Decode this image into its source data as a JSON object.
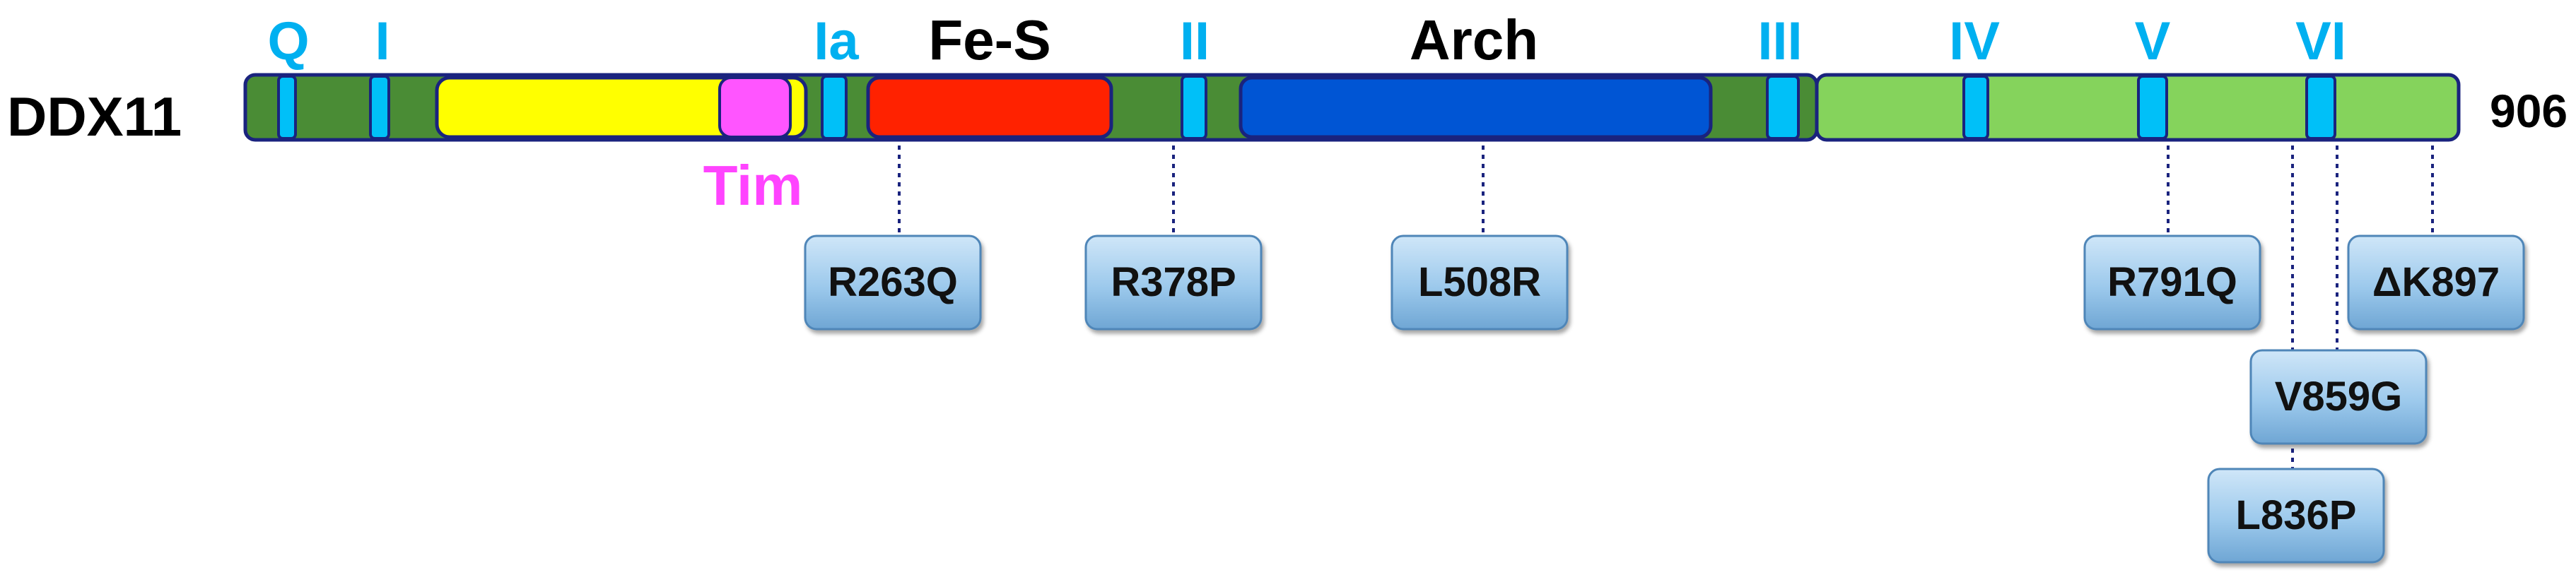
{
  "protein": {
    "name": "DDX11",
    "length": "906"
  },
  "motif_labels": [
    "Q",
    "I",
    "Ia",
    "II",
    "III",
    "IV",
    "V",
    "VI"
  ],
  "domain_labels": {
    "fe_s": "Fe-S",
    "arch": "Arch",
    "tim": "Tim"
  },
  "mutations": [
    "R263Q",
    "R378P",
    "L508R",
    "R791Q",
    "ΔK897",
    "V859G",
    "L836P"
  ],
  "colors": {
    "helicase_lobe_1": "#4a8c35",
    "helicase_lobe_2": "#85d35c",
    "tim_insert": "#ffff00",
    "tim_domain": "#ff55ff",
    "fe_s_domain": "#ff2200",
    "arch_domain": "#0055d4",
    "motif": "#00c0f8",
    "outline": "#1a237e",
    "mutation_box": "#9cc9ec",
    "motif_text": "#00b0f0"
  }
}
